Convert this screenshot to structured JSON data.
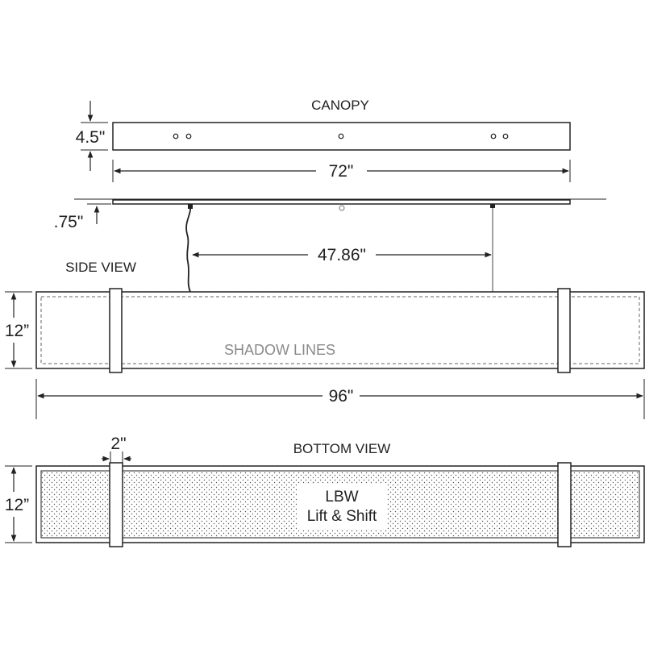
{
  "labels": {
    "canopy": "CANOPY",
    "side_view": "SIDE VIEW",
    "bottom_view": "BOTTOM VIEW",
    "shadow_lines": "SHADOW LINES",
    "lbw": "LBW",
    "lift_shift": "Lift & Shift"
  },
  "dimensions": {
    "canopy_height": "4.5\"",
    "canopy_width": "72\"",
    "canopy_depth": ".75\"",
    "cable_spacing": "47.86\"",
    "fixture_height_side": "12”",
    "fixture_length": "96\"",
    "band_width": "2\"",
    "fixture_height_bottom": "12”"
  }
}
